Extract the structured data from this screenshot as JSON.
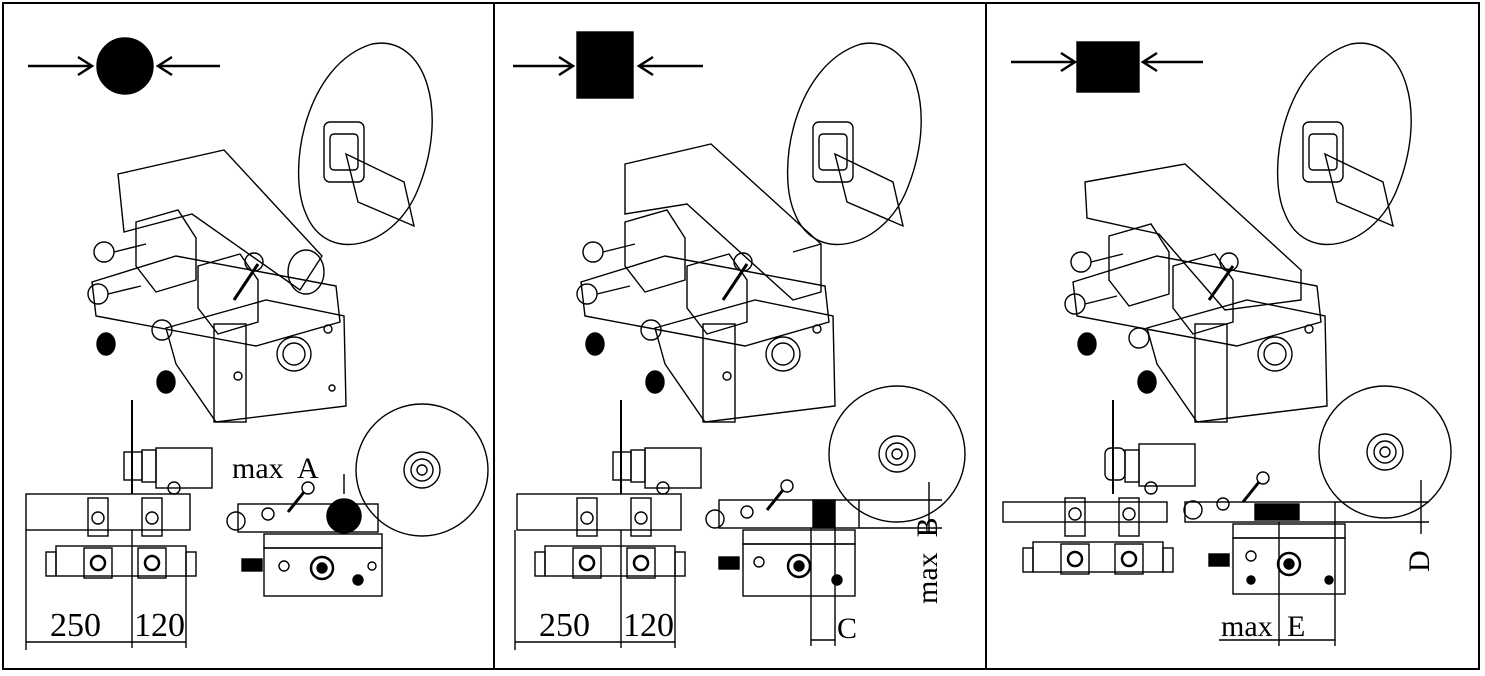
{
  "panels": [
    {
      "shape": "round",
      "dimension_labels": {
        "max_a": "max  A",
        "width_left": "250",
        "width_right": "120"
      }
    },
    {
      "shape": "square",
      "dimension_labels": {
        "max_b": "max  B",
        "width_left": "250",
        "width_right": "120",
        "c": "C"
      }
    },
    {
      "shape": "flat-rectangle",
      "dimension_labels": {
        "d": "D",
        "max_e": "max",
        "e": "E"
      }
    }
  ]
}
